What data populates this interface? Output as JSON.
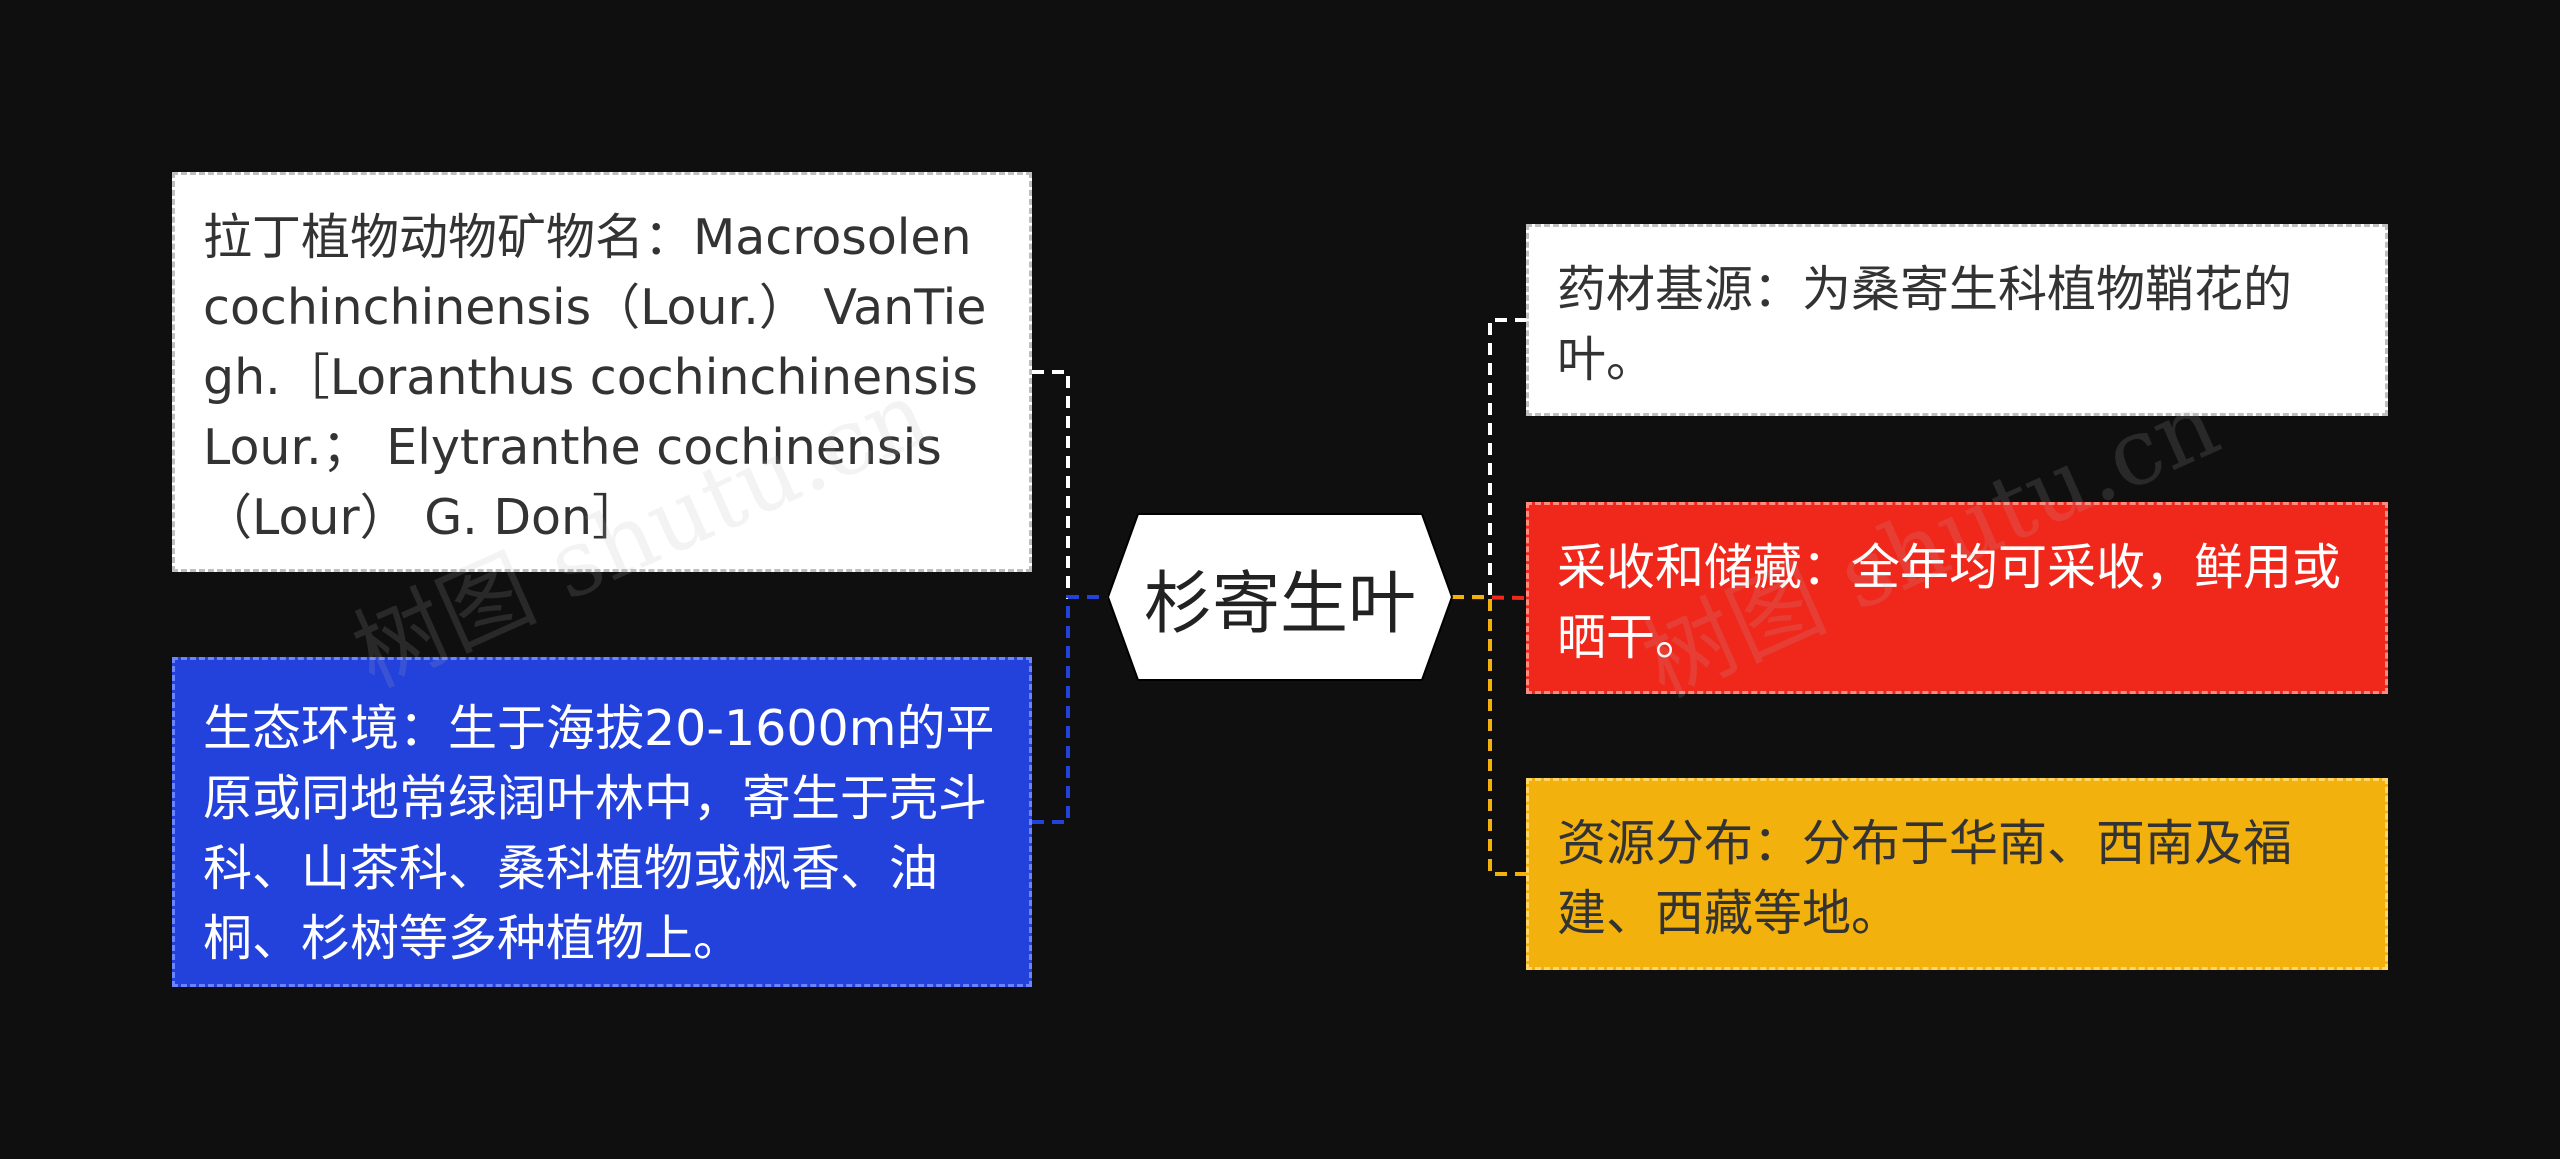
{
  "center": {
    "label": "杉寄生叶",
    "bg": "#ffffff",
    "text_color": "#222222"
  },
  "nodes": {
    "latin": {
      "text": "拉丁植物动物矿物名：Macrosolen cochinchinensis（Lour.） VanTiegh.［Loranthus cochinchinensis Lour.； Elytranthe cochinensis（Lour） G. Don］",
      "bg": "#ffffff",
      "text_color": "#333333",
      "border_color": "#bfbfbf",
      "connector_color": "#ffffff"
    },
    "ecology": {
      "text": "生态环境：生于海拔20-1600m的平原或同地常绿阔叶林中，寄生于壳斗科、山茶科、桑科植物或枫香、油桐、杉树等多种植物上。",
      "bg": "#2341db",
      "text_color": "#ffffff",
      "border_color": "#6d84ff",
      "connector_color": "#2341db"
    },
    "origin": {
      "text": "药材基源：为桑寄生科植物鞘花的叶。",
      "bg": "#ffffff",
      "text_color": "#333333",
      "border_color": "#bfbfbf",
      "connector_color": "#ffffff"
    },
    "harvest": {
      "text": "采收和储藏：全年均可采收，鲜用或晒干。",
      "bg": "#f0281c",
      "text_color": "#ffffff",
      "border_color": "#ff8a80",
      "connector_color": "#f0281c"
    },
    "distribution": {
      "text": "资源分布：分布于华南、西南及福建、西藏等地。",
      "bg": "#f2b10c",
      "text_color": "#333333",
      "border_color": "#ffd766",
      "connector_color": "#f2b10c"
    }
  },
  "watermark": {
    "text": "树图 shutu.cn"
  }
}
